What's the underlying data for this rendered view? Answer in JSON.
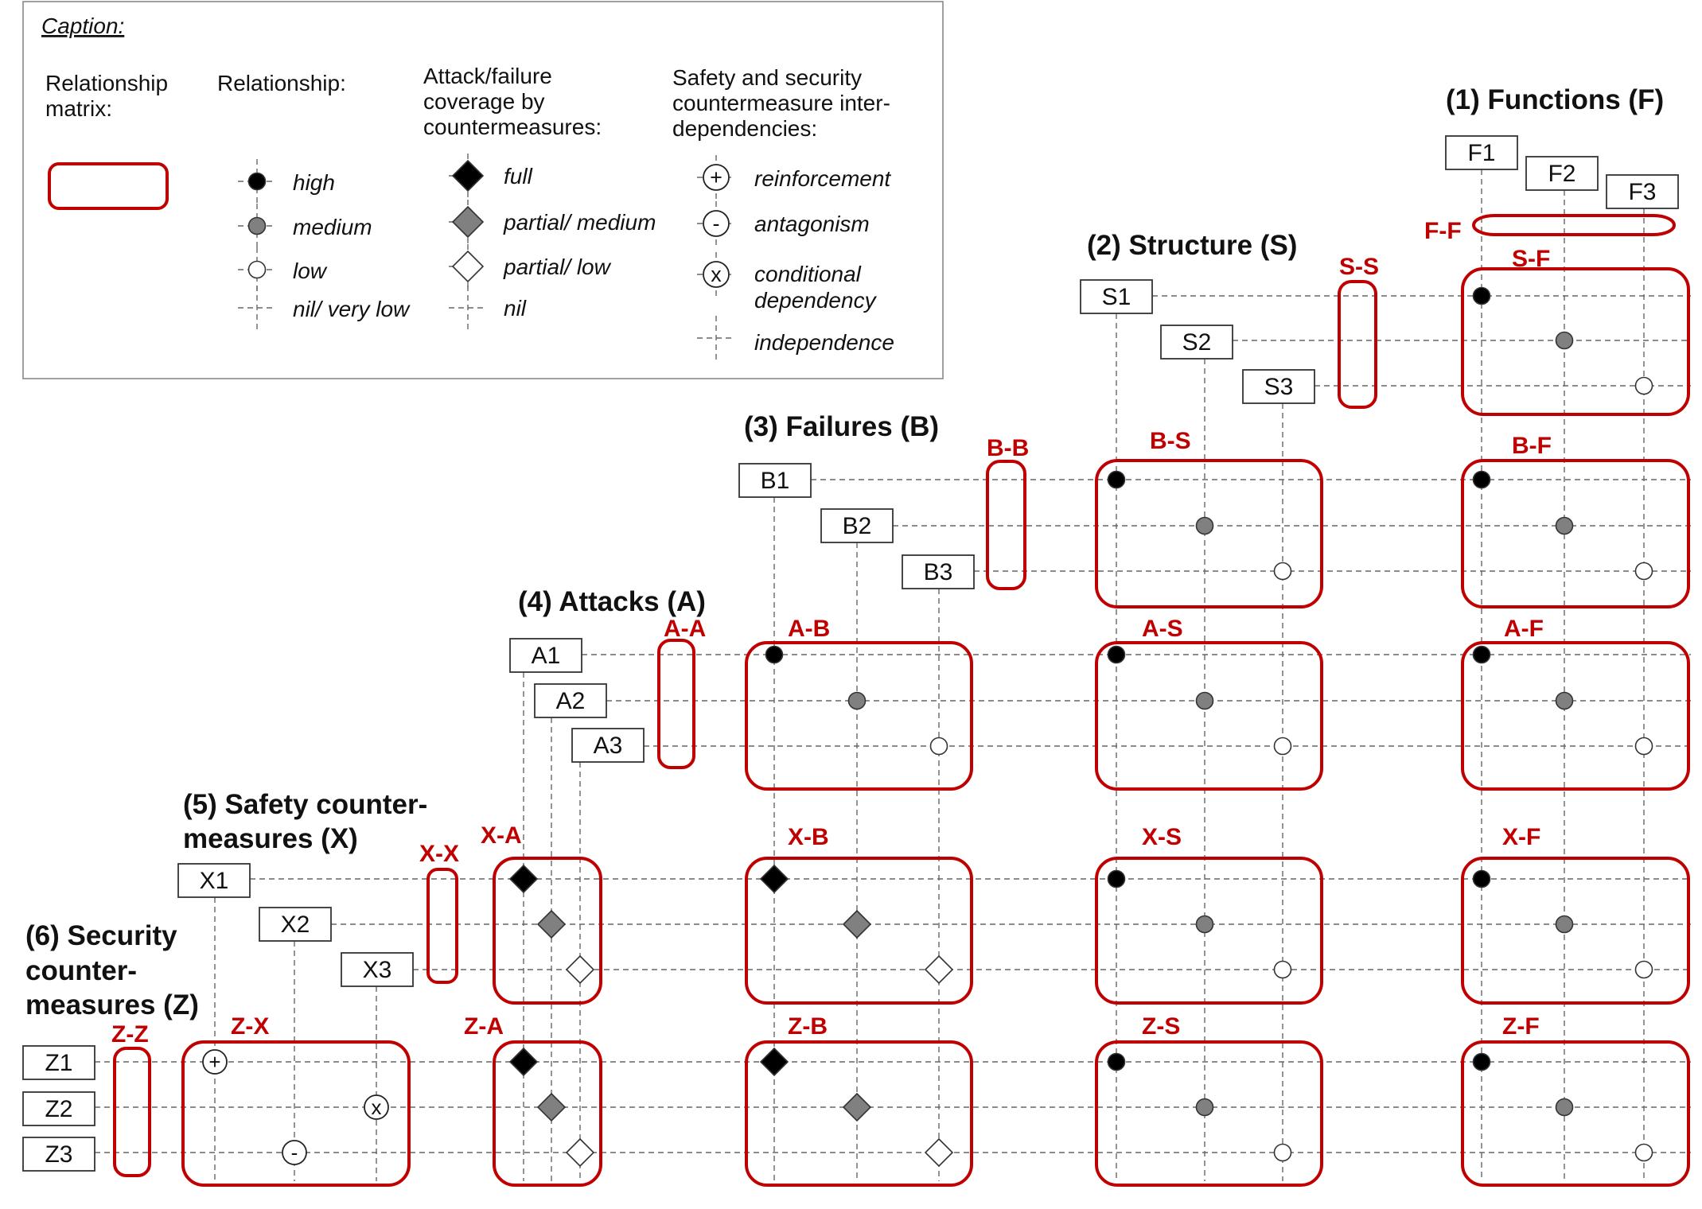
{
  "colors": {
    "matrix": "#c00000",
    "high": "#000000",
    "medium": "#808080",
    "low": "#ffffff"
  },
  "caption": {
    "title": "Caption:",
    "relationship_matrix": [
      "Relationship",
      "matrix:"
    ],
    "relationship_heading": "Relationship:",
    "relationship_levels": [
      "high",
      "medium",
      "low",
      "nil/ very low"
    ],
    "coverage_heading": [
      "Attack/failure",
      "coverage by",
      "countermeasures:"
    ],
    "coverage_levels": [
      "full",
      "partial/ medium",
      "partial/ low",
      "nil"
    ],
    "interdep_heading": [
      "Safety and security",
      "countermeasure inter-",
      "dependencies:"
    ],
    "interdep_levels": [
      "reinforcement",
      "antagonism",
      "conditional",
      "dependency",
      "independence"
    ]
  },
  "groups": [
    {
      "key": "F",
      "title": [
        "(1) Functions (F)"
      ],
      "elements": [
        "F1",
        "F2",
        "F3"
      ]
    },
    {
      "key": "S",
      "title": [
        "(2) Structure (S)"
      ],
      "elements": [
        "S1",
        "S2",
        "S3"
      ]
    },
    {
      "key": "B",
      "title": [
        "(3) Failures  (B)"
      ],
      "elements": [
        "B1",
        "B2",
        "B3"
      ]
    },
    {
      "key": "A",
      "title": [
        "(4) Attacks (A)"
      ],
      "elements": [
        "A1",
        "A2",
        "A3"
      ]
    },
    {
      "key": "X",
      "title": [
        "(5) Safety counter-",
        "measures (X)"
      ],
      "elements": [
        "X1",
        "X2",
        "X3"
      ]
    },
    {
      "key": "Z",
      "title": [
        "(6) Security",
        "counter-",
        "measures (Z)"
      ],
      "elements": [
        "Z1",
        "Z2",
        "Z3"
      ]
    }
  ],
  "matrix_labels": {
    "FF": "F-F",
    "SS": "S-S",
    "SF": "S-F",
    "BB": "B-B",
    "BS": "B-S",
    "BF": "B-F",
    "AA": "A-A",
    "AB": "A-B",
    "AS": "A-S",
    "AF": "A-F",
    "XX": "X-X",
    "XA": "X-A",
    "XB": "X-B",
    "XS": "X-S",
    "XF": "X-F",
    "ZZ": "Z-Z",
    "ZX": "Z-X",
    "ZA": "Z-A",
    "ZB": "Z-B",
    "ZS": "Z-S",
    "ZF": "Z-F"
  },
  "symbols": {
    "relationship": [
      "high",
      "medium",
      "low"
    ],
    "coverage": [
      "full",
      "partial_medium",
      "partial_low"
    ],
    "interdependency": {
      "Z1-X1": "+",
      "Z2-X3": "x",
      "Z3-X2": "-"
    }
  }
}
